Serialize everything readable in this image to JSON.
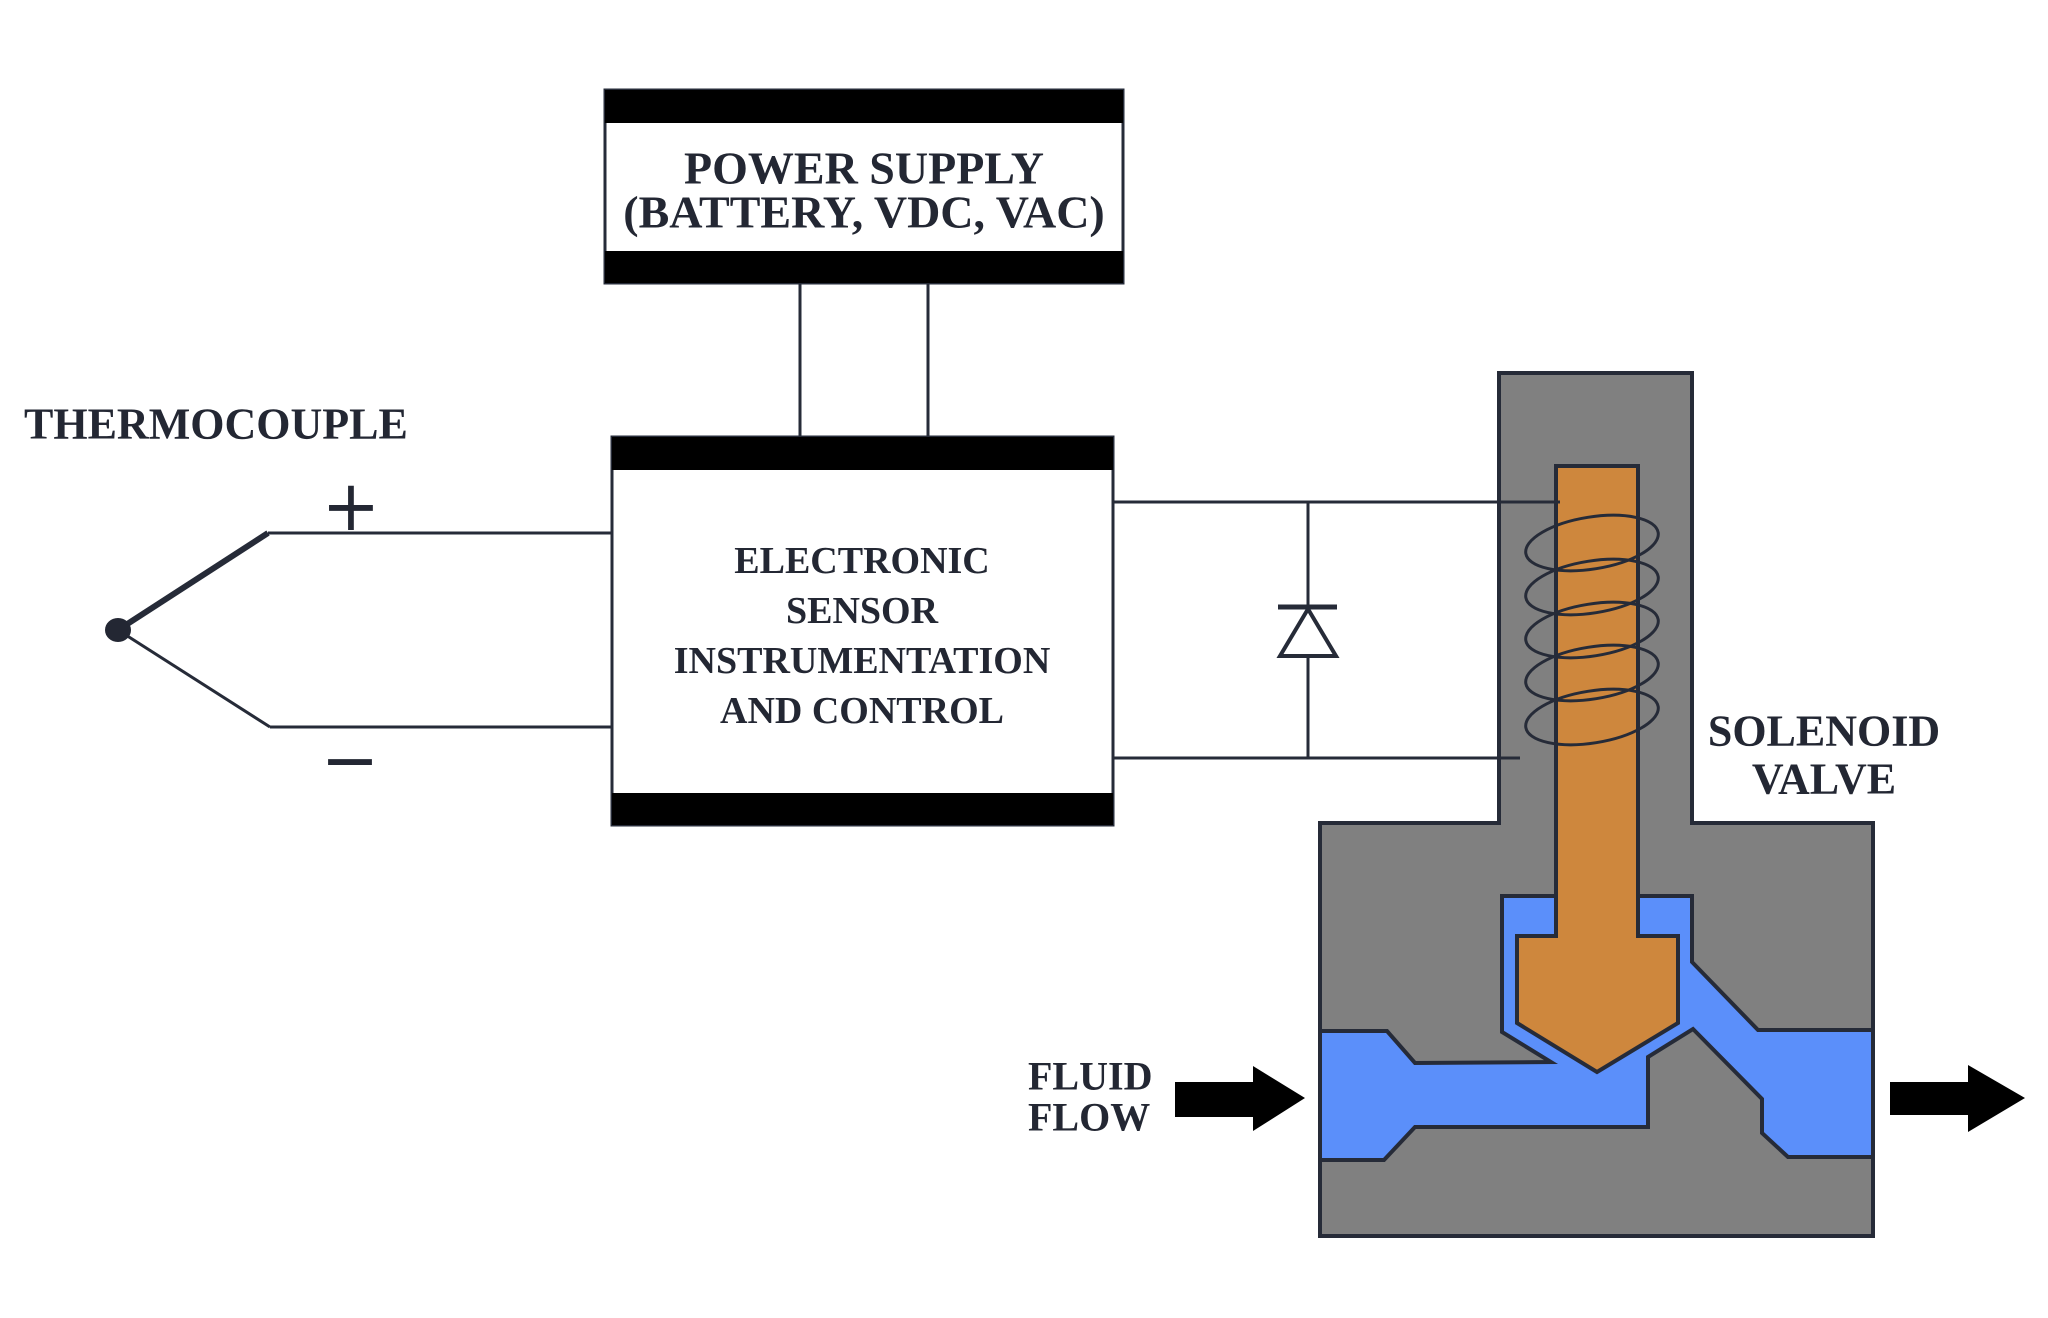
{
  "title": "Thermocouple controlled solenoid valve diagram",
  "colors": {
    "background": "#ffffff",
    "outline": "#262b38",
    "bar_black": "#000000",
    "valve_gray": "#808080",
    "fluid_blue": "#5b8ffa",
    "plunger_orange": "#ce873d",
    "text": "#232733",
    "box_white": "#ffffff"
  },
  "power_supply": {
    "title_line1": "POWER SUPPLY",
    "title_line2": "(BATTERY, VDC, VAC)"
  },
  "electronics": {
    "line1": "ELECTRONIC",
    "line2": "SENSOR",
    "line3": "INSTRUMENTATION",
    "line4": "AND CONTROL"
  },
  "thermocouple": {
    "label": "THERMOCOUPLE",
    "positive": "+",
    "negative": "−"
  },
  "solenoid_valve": {
    "label_line1": "SOLENOID",
    "label_line2": "VALVE"
  },
  "fluid_flow": {
    "label_line1": "FLUID",
    "label_line2": "FLOW"
  }
}
